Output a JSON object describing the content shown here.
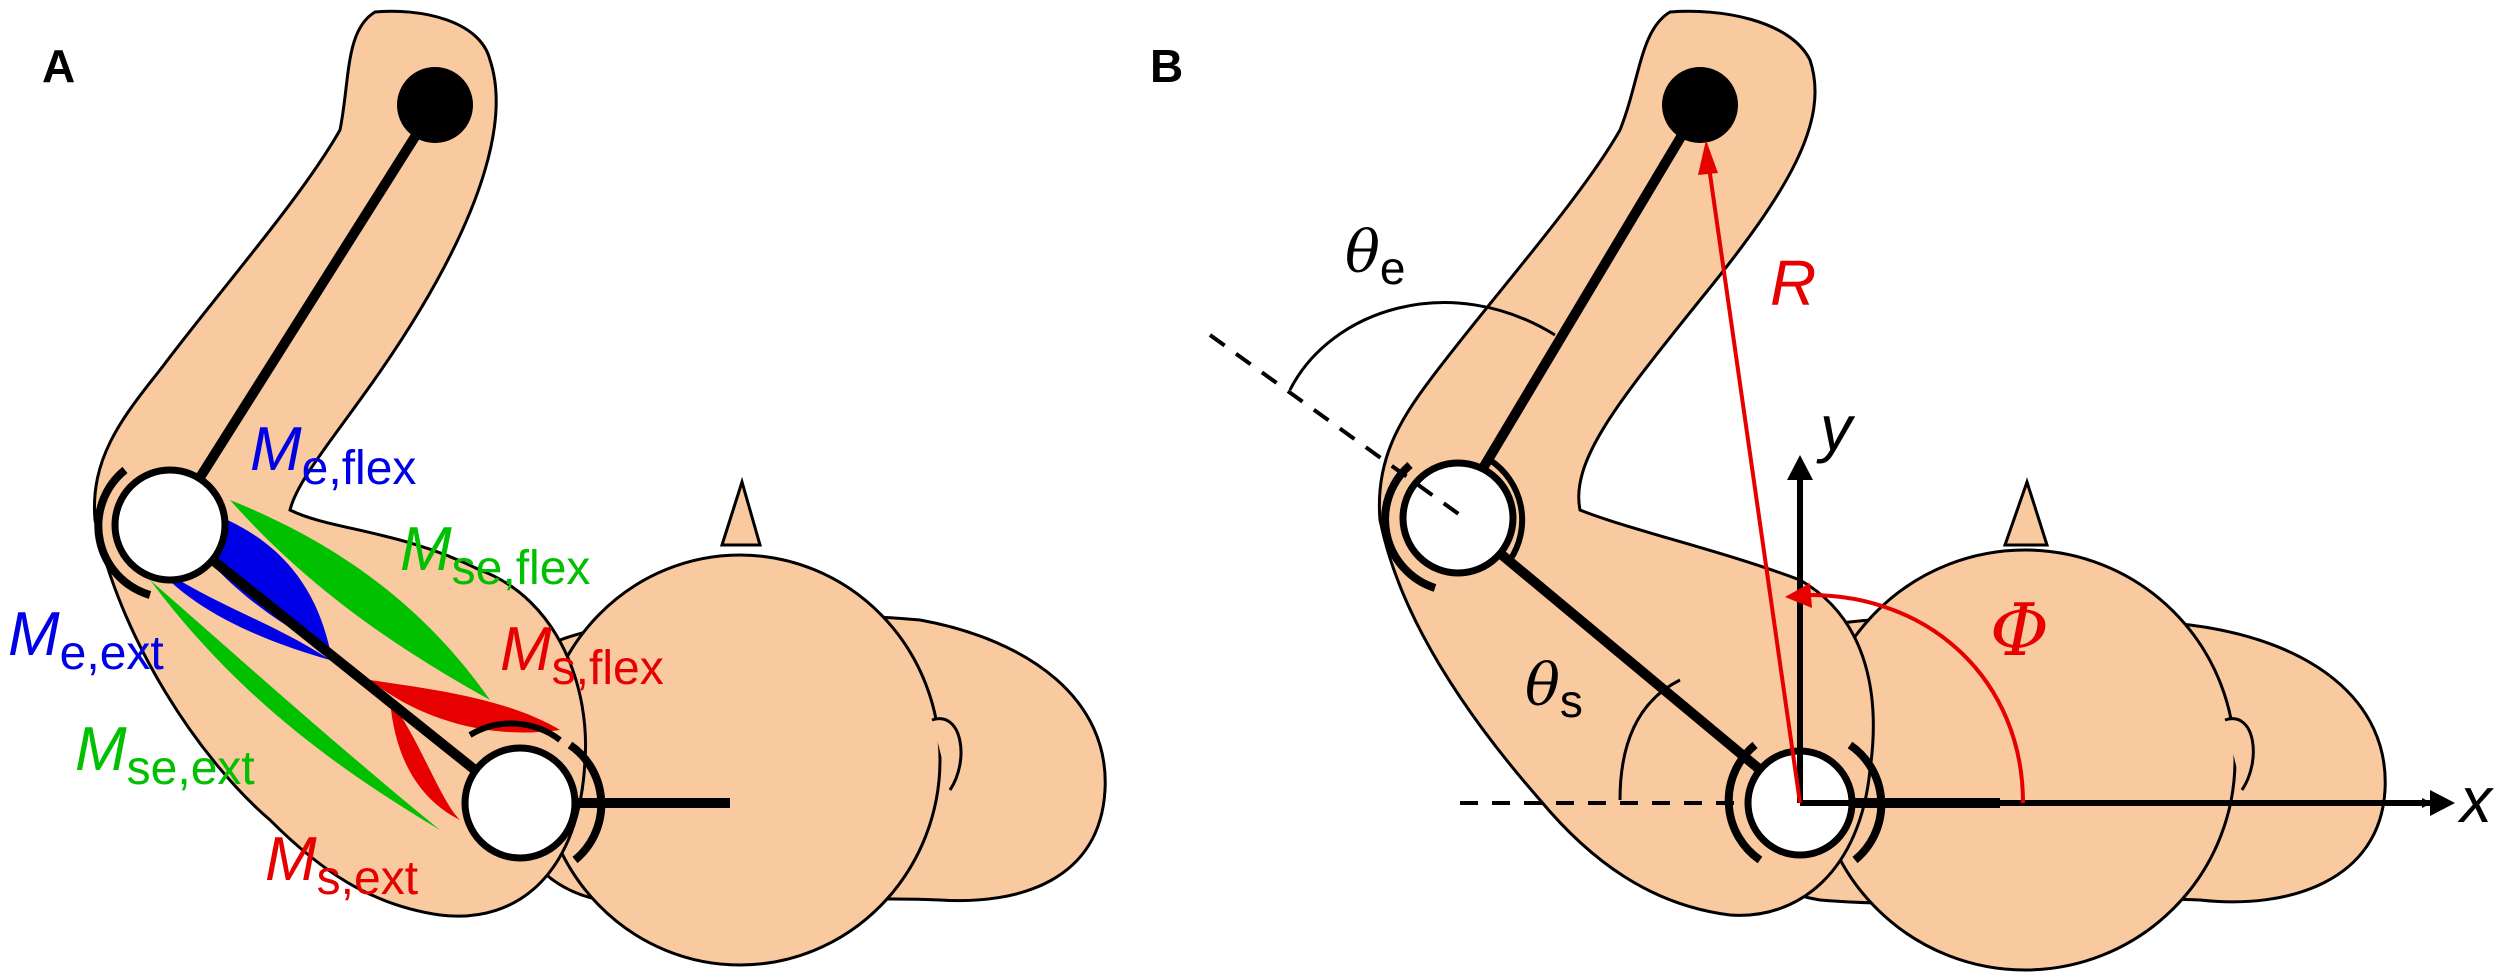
{
  "colors": {
    "skin": "#f9c9a0",
    "outline": "#000000",
    "elbow_muscle": "#0000e6",
    "biarticular_muscle": "#00c000",
    "shoulder_muscle": "#e60000",
    "vector": "#e60000"
  },
  "panels": {
    "a": {
      "letter": "A",
      "labels": {
        "e_flex": {
          "base": "M",
          "sub": "e,flex"
        },
        "e_ext": {
          "base": "M",
          "sub": "e,ext"
        },
        "se_flex": {
          "base": "M",
          "sub": "se,flex"
        },
        "se_ext": {
          "base": "M",
          "sub": "se,ext"
        },
        "s_flex": {
          "base": "M",
          "sub": "s,flex"
        },
        "s_ext": {
          "base": "M",
          "sub": "s,ext"
        }
      }
    },
    "b": {
      "letter": "B",
      "theta_e": {
        "symbol": "θ",
        "sub": "e"
      },
      "theta_s": {
        "symbol": "θ",
        "sub": "s"
      },
      "r": "R",
      "phi": "Φ",
      "x_axis": "x",
      "y_axis": "y"
    }
  }
}
